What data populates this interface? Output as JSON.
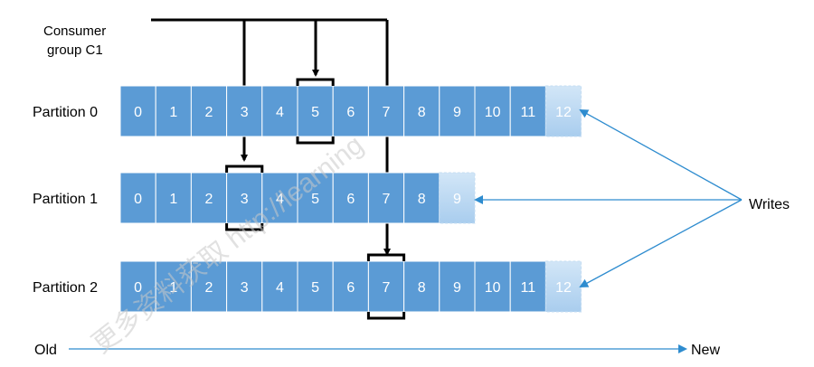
{
  "consumer_group": {
    "line1": "Consumer",
    "line2": "group C1"
  },
  "partitions": [
    {
      "label": "Partition 0",
      "cells": [
        "0",
        "1",
        "2",
        "3",
        "4",
        "5",
        "6",
        "7",
        "8",
        "9",
        "10",
        "11"
      ],
      "pending": "12",
      "consumer_offset": "5"
    },
    {
      "label": "Partition 1",
      "cells": [
        "0",
        "1",
        "2",
        "3",
        "4",
        "5",
        "6",
        "7",
        "8"
      ],
      "pending": "9",
      "consumer_offset": "3"
    },
    {
      "label": "Partition 2",
      "cells": [
        "0",
        "1",
        "2",
        "3",
        "4",
        "5",
        "6",
        "7",
        "8",
        "9",
        "10",
        "11"
      ],
      "pending": "12",
      "consumer_offset": "7"
    }
  ],
  "writes_label": "Writes",
  "axis": {
    "old": "Old",
    "new": "New"
  },
  "colors": {
    "cell": "#5b9bd5",
    "cell_border": "#ffffff",
    "pending_top": "#d2e6f7",
    "pending_bottom": "#a9cdee",
    "arrow_blue": "#2e8ccf",
    "line": "#000000"
  },
  "watermark": {
    "text": "更多资料获取 http://learning"
  }
}
